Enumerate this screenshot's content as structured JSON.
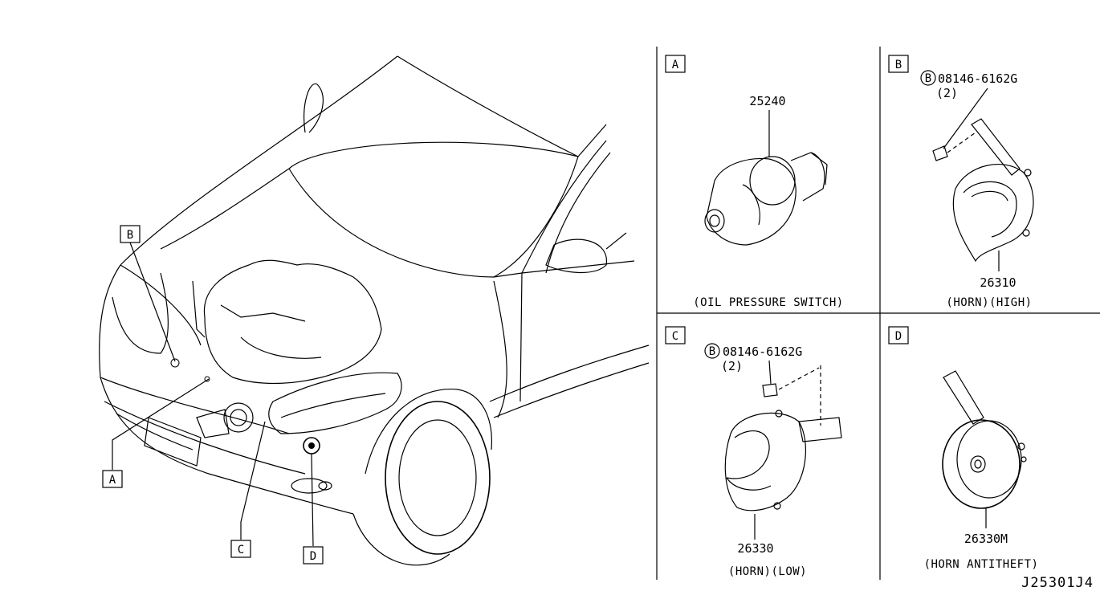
{
  "callouts": {
    "B": "B",
    "A": "A",
    "C": "C",
    "D": "D"
  },
  "panels": {
    "A": {
      "letter": "A",
      "part_number": "25240",
      "caption": "(OIL PRESSURE SWITCH)"
    },
    "B": {
      "letter": "B",
      "bolt_symbol": "B",
      "bolt_number": "08146-6162G",
      "bolt_qty": "(2)",
      "part_number": "26310",
      "caption": "(HORN)(HIGH)"
    },
    "C": {
      "letter": "C",
      "bolt_symbol": "B",
      "bolt_number": "08146-6162G",
      "bolt_qty": "(2)",
      "part_number": "26330",
      "caption": "(HORN)(LOW)"
    },
    "D": {
      "letter": "D",
      "part_number": "26330M",
      "caption": "(HORN ANTITHEFT)"
    }
  },
  "diagram_code": "J25301J4"
}
